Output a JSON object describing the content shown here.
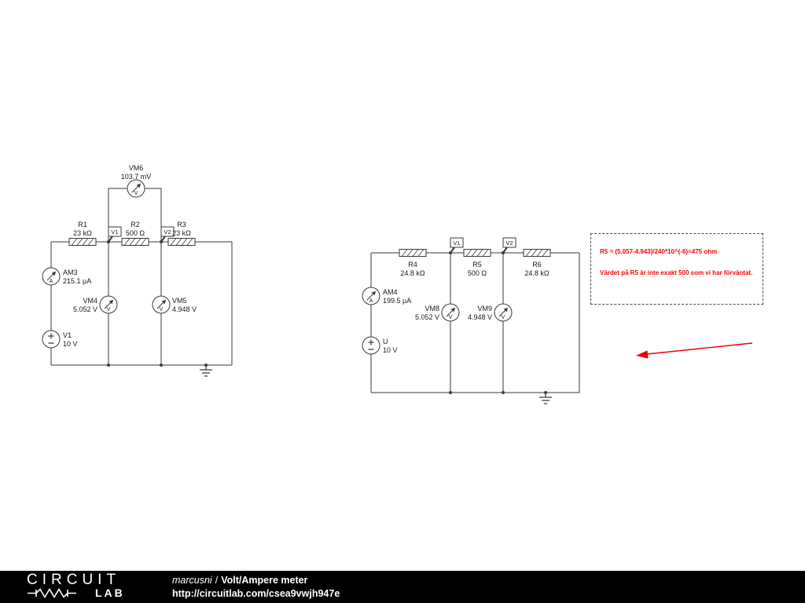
{
  "colors": {
    "wire": "#3a3a3a",
    "annotation_red": "#ff0000",
    "footer_bg": "#000000"
  },
  "left_circuit": {
    "vm6": {
      "name": "VM6",
      "value": "103.7 mV",
      "letter": "V"
    },
    "r1": {
      "name": "R1",
      "value": "23 kΩ"
    },
    "r2": {
      "name": "R2",
      "value": "500 Ω"
    },
    "r3": {
      "name": "R3",
      "value": "23 kΩ"
    },
    "probe_v1": "V1",
    "probe_v2": "V2",
    "am3": {
      "name": "AM3",
      "value": "215.1 µA",
      "letter": "A"
    },
    "vm4": {
      "name": "VM4",
      "value": "5.052 V",
      "letter": "V"
    },
    "vm5": {
      "name": "VM5",
      "value": "4.948 V",
      "letter": "V"
    },
    "source": {
      "name": "V1",
      "value": "10 V"
    }
  },
  "right_circuit": {
    "r4": {
      "name": "R4",
      "value": "24.8 kΩ"
    },
    "r5": {
      "name": "R5",
      "value": "500 Ω"
    },
    "r6": {
      "name": "R6",
      "value": "24.8 kΩ"
    },
    "probe_v1": "V1",
    "probe_v2": "V2",
    "am4": {
      "name": "AM4",
      "value": "199.5 µA",
      "letter": "A"
    },
    "vm8": {
      "name": "VM8",
      "value": "5.052 V",
      "letter": "V"
    },
    "vm9": {
      "name": "VM9",
      "value": "4.948 V",
      "letter": "V"
    },
    "source": {
      "name": "U",
      "value": "10 V"
    }
  },
  "annotation": {
    "line1": "R5 = (5.057-4.943)/240*10^(-6)=475 ohm",
    "line2": "Värdet på R5 är inte exakt 500 som vi har förväntat."
  },
  "footer": {
    "logo_top": "CIRCUIT",
    "logo_bottom": "LAB",
    "author": "marcusni",
    "separator": "/",
    "title": "Volt/Ampere meter",
    "url": "http://circuitlab.com/csea9vwjh947e"
  }
}
